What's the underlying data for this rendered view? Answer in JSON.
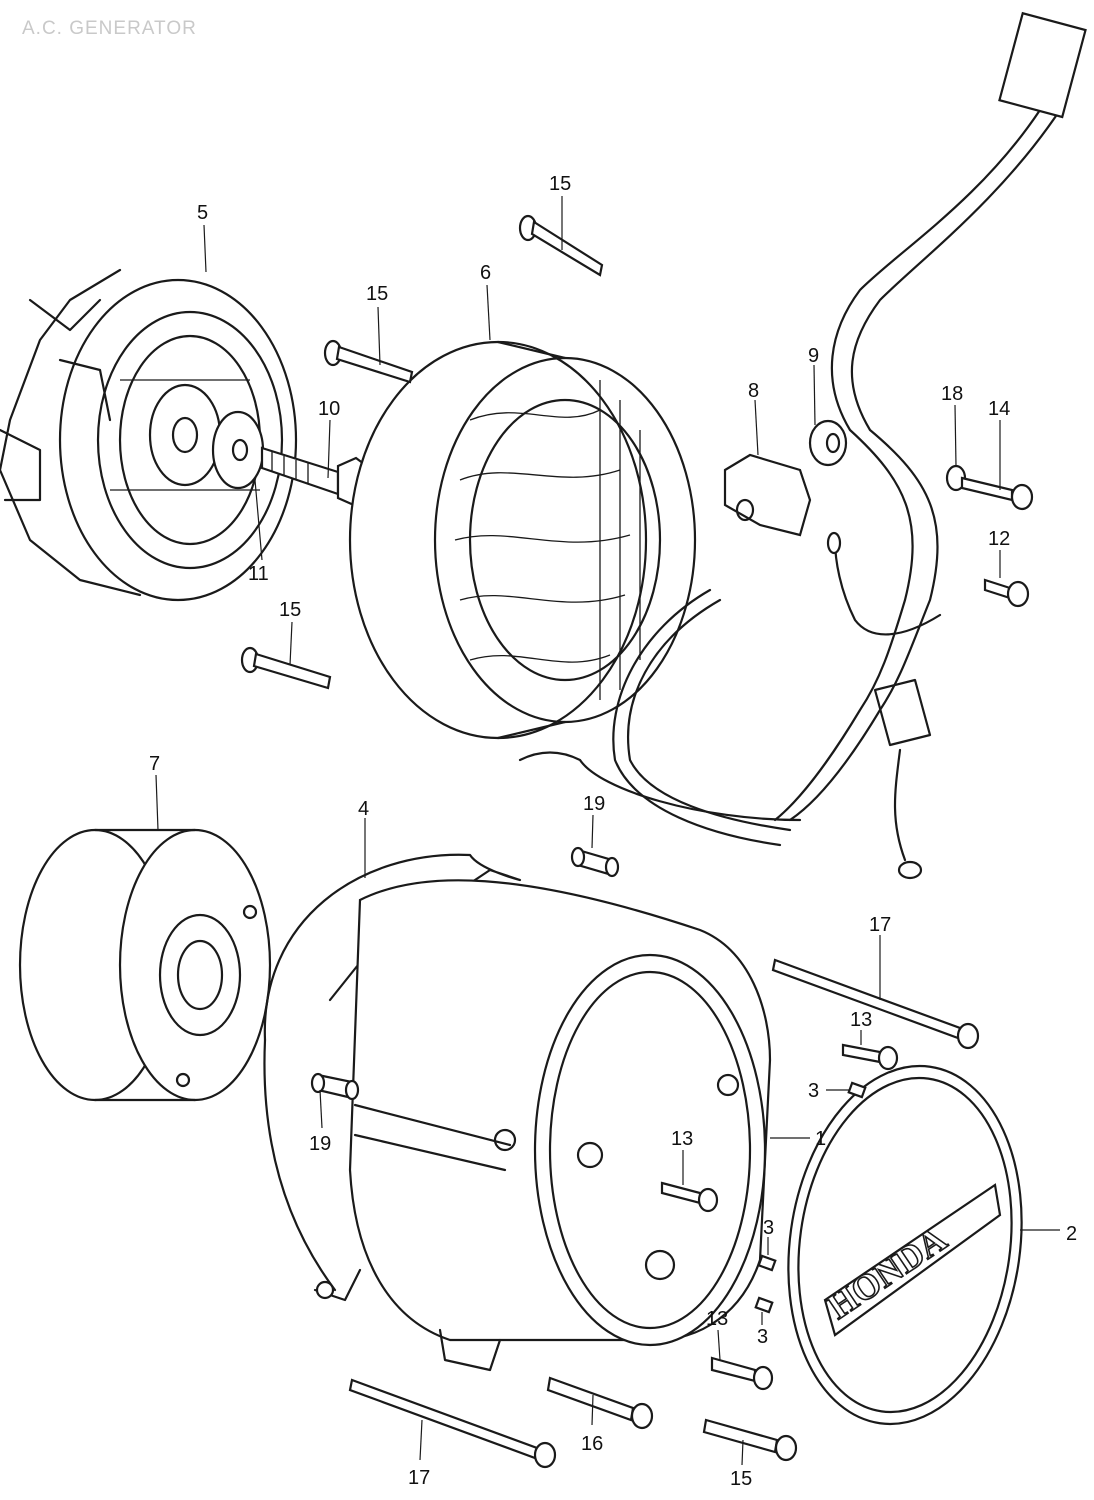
{
  "title": "A.C. GENERATOR",
  "logo_text": "HONDA",
  "callouts": [
    {
      "id": "c1",
      "text": "1"
    },
    {
      "id": "c2",
      "text": "2"
    },
    {
      "id": "c3a",
      "text": "3"
    },
    {
      "id": "c3b",
      "text": "3"
    },
    {
      "id": "c3c",
      "text": "3"
    },
    {
      "id": "c4",
      "text": "4"
    },
    {
      "id": "c5",
      "text": "5"
    },
    {
      "id": "c6",
      "text": "6"
    },
    {
      "id": "c7",
      "text": "7"
    },
    {
      "id": "c8",
      "text": "8"
    },
    {
      "id": "c9",
      "text": "9"
    },
    {
      "id": "c10",
      "text": "10"
    },
    {
      "id": "c11",
      "text": "11"
    },
    {
      "id": "c12",
      "text": "12"
    },
    {
      "id": "c13a",
      "text": "13"
    },
    {
      "id": "c13b",
      "text": "13"
    },
    {
      "id": "c13c",
      "text": "13"
    },
    {
      "id": "c14",
      "text": "14"
    },
    {
      "id": "c15a",
      "text": "15"
    },
    {
      "id": "c15b",
      "text": "15"
    },
    {
      "id": "c15c",
      "text": "15"
    },
    {
      "id": "c15d",
      "text": "15"
    },
    {
      "id": "c16",
      "text": "16"
    },
    {
      "id": "c17a",
      "text": "17"
    },
    {
      "id": "c17b",
      "text": "17"
    },
    {
      "id": "c18",
      "text": "18"
    },
    {
      "id": "c19a",
      "text": "19"
    },
    {
      "id": "c19b",
      "text": "19"
    }
  ]
}
